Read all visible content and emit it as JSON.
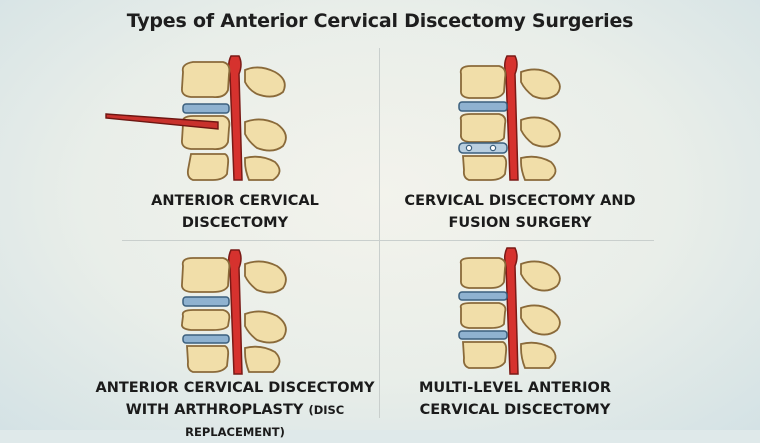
{
  "title": "Types of Anterior Cervical Discectomy Surgeries",
  "panels": [
    {
      "line1": "ANTERIOR CERVICAL",
      "line2": "DISCECTOMY"
    },
    {
      "line1": "CERVICAL DISCECTOMY AND",
      "line2": "FUSION SURGERY"
    },
    {
      "line1": "ANTERIOR CERVICAL DISCECTOMY",
      "line2a": "WITH ARTHROPLASTY ",
      "line2b": "(DISC REPLACEMENT)"
    },
    {
      "line1": "MULTI-LEVEL ANTERIOR",
      "line2": "CERVICAL DISCECTOMY"
    }
  ],
  "colors": {
    "bone": "#f1dea9",
    "bone_outline": "#8a6a3a",
    "disc": "#8fb2d0",
    "cord": "#d6322e",
    "instrument": "#c8312c"
  }
}
